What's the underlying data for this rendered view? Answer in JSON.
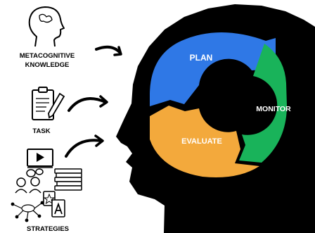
{
  "cycle": {
    "plan": "PLAN",
    "monitor": "MONITOR",
    "evaluate": "EVALUATE"
  },
  "inputs": {
    "knowledge_line1": "METACOGNITIVE",
    "knowledge_line2": "KNOWLEDGE",
    "task": "TASK",
    "strategies": "STRATEGIES"
  },
  "colors": {
    "plan": "#2f78e6",
    "monitor": "#19b35a",
    "evaluate": "#f3a93c",
    "head": "#000000"
  },
  "icons": [
    "head-outline-icon",
    "clipboard-icon",
    "pencil-icon",
    "video-player-icon",
    "book-stack-icon",
    "people-talking-icon",
    "network-icon",
    "flashcard-icon"
  ]
}
